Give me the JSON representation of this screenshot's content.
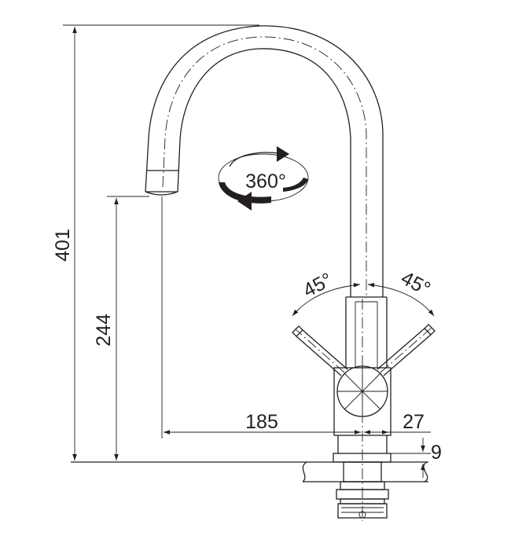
{
  "dimensions": {
    "total_height": "401",
    "spout_height": "244",
    "spout_reach": "185",
    "body_diameter": "27",
    "base_thickness": "9"
  },
  "angles": {
    "rotation": "360°",
    "lever_left": "45°",
    "lever_right": "45°"
  },
  "colors": {
    "line": "#231f20",
    "background": "#ffffff"
  }
}
